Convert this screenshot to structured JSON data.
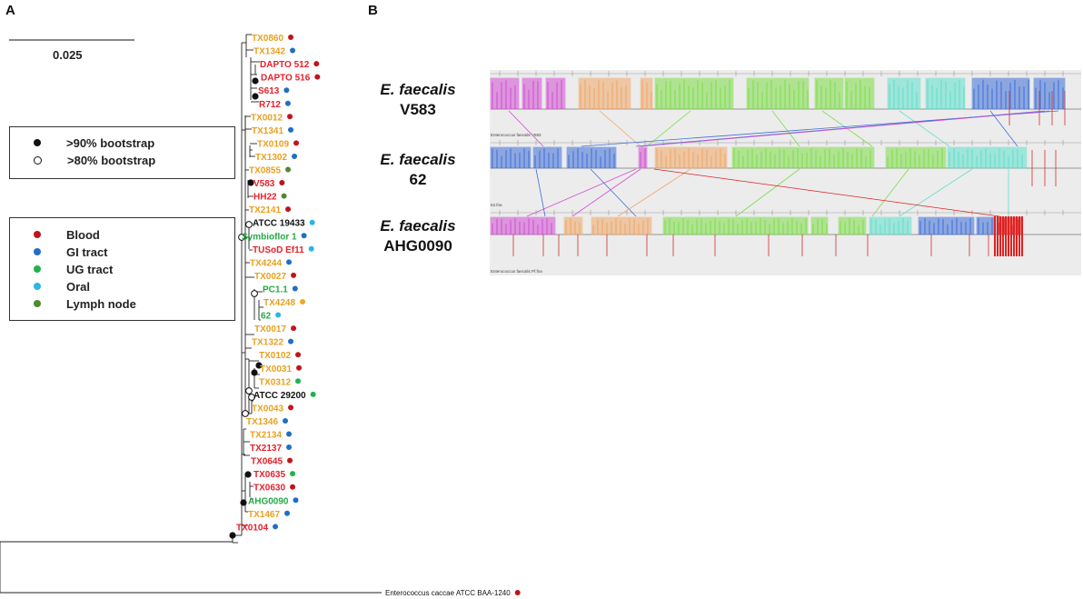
{
  "panels": {
    "a": "A",
    "b": "B"
  },
  "scale": {
    "label": "0.025"
  },
  "bootstrap_legend": [
    {
      "label": ">90% bootstrap",
      "style": "filled"
    },
    {
      "label": ">80% bootstrap",
      "style": "open"
    }
  ],
  "source_legend": [
    {
      "label": "Blood",
      "color": "#c0141c"
    },
    {
      "label": "GI tract",
      "color": "#1f6fc4"
    },
    {
      "label": "UG tract",
      "color": "#22b24c"
    },
    {
      "label": "Oral",
      "color": "#29b6e8"
    },
    {
      "label": "Lymph node",
      "color": "#4f8a2f"
    }
  ],
  "label_colors": {
    "orange": "#e8a020",
    "red": "#e8202a",
    "green": "#22aa44",
    "black": "#111111"
  },
  "tree_leaves": [
    {
      "name": "TX0860",
      "color": "orange",
      "source": "Blood"
    },
    {
      "name": "TX1342",
      "color": "orange",
      "source": "GI tract"
    },
    {
      "name": "DAPTO  512",
      "color": "red",
      "source": "Blood"
    },
    {
      "name": "DAPTO  516",
      "color": "red",
      "source": "Blood"
    },
    {
      "name": "S613",
      "color": "red",
      "source": "GI tract"
    },
    {
      "name": "R712",
      "color": "red",
      "source": "GI tract"
    },
    {
      "name": "TX0012",
      "color": "orange",
      "source": "Blood"
    },
    {
      "name": "TX1341",
      "color": "orange",
      "source": "GI tract"
    },
    {
      "name": "TX0109",
      "color": "orange",
      "source": "Blood"
    },
    {
      "name": "TX1302",
      "color": "orange",
      "source": "GI tract"
    },
    {
      "name": "TX0855",
      "color": "orange",
      "source": "Lymph node"
    },
    {
      "name": "V583",
      "color": "red",
      "source": "Blood"
    },
    {
      "name": "HH22",
      "color": "red",
      "source": "Lymph node"
    },
    {
      "name": "TX2141",
      "color": "orange",
      "source": "Blood"
    },
    {
      "name": "ATCC  19433",
      "color": "black",
      "source": "Oral"
    },
    {
      "name": "Symbioflor  1",
      "color": "green",
      "source": "GI tract"
    },
    {
      "name": "TUSoD  Ef11",
      "color": "red",
      "source": "Oral"
    },
    {
      "name": "TX4244",
      "color": "orange",
      "source": "GI tract"
    },
    {
      "name": "TX0027",
      "color": "orange",
      "source": "Blood"
    },
    {
      "name": "PC1.1",
      "color": "green",
      "source": "GI tract"
    },
    {
      "name": "TX4248",
      "color": "orange",
      "source": "orange-dot"
    },
    {
      "name": "62",
      "color": "green",
      "source": "Oral"
    },
    {
      "name": "TX0017",
      "color": "orange",
      "source": "Blood"
    },
    {
      "name": "TX1322",
      "color": "orange",
      "source": "GI tract"
    },
    {
      "name": "TX0102",
      "color": "orange",
      "source": "Blood"
    },
    {
      "name": "TX0031",
      "color": "orange",
      "source": "Blood"
    },
    {
      "name": "TX0312",
      "color": "orange",
      "source": "UG tract"
    },
    {
      "name": "ATCC  29200",
      "color": "black",
      "source": "UG tract"
    },
    {
      "name": "TX0043",
      "color": "orange",
      "source": "Blood"
    },
    {
      "name": "TX1346",
      "color": "orange",
      "source": "GI tract"
    },
    {
      "name": "TX2134",
      "color": "orange",
      "source": "GI tract"
    },
    {
      "name": "TX2137",
      "color": "red",
      "source": "GI tract"
    },
    {
      "name": "TX0645",
      "color": "red",
      "source": "Blood"
    },
    {
      "name": "TX0635",
      "color": "red",
      "source": "UG tract"
    },
    {
      "name": "TX0630",
      "color": "red",
      "source": "Blood"
    },
    {
      "name": "AHG0090",
      "color": "green",
      "source": "GI tract"
    },
    {
      "name": "TX1467",
      "color": "orange",
      "source": "GI tract"
    },
    {
      "name": "TX0104",
      "color": "red",
      "source": "GI tract"
    }
  ],
  "outgroup": {
    "name": "Enterococcus caccae ATCC  BAA-1240",
    "source": "Blood"
  },
  "genomes": [
    {
      "species": "E. faecalis",
      "strain": "V583",
      "track_caption": "Enterococcus faecalis V583"
    },
    {
      "species": "E. faecalis",
      "strain": "62",
      "track_caption": "62.fna"
    },
    {
      "species": "E. faecalis",
      "strain": "AHG0090",
      "track_caption": "Enterococcus faecalis Pf.fna"
    }
  ],
  "block_colors": [
    "#d24fd2",
    "#f0a868",
    "#7fdc4a",
    "#5fe0cc",
    "#3f6fd8",
    "#e02020"
  ]
}
